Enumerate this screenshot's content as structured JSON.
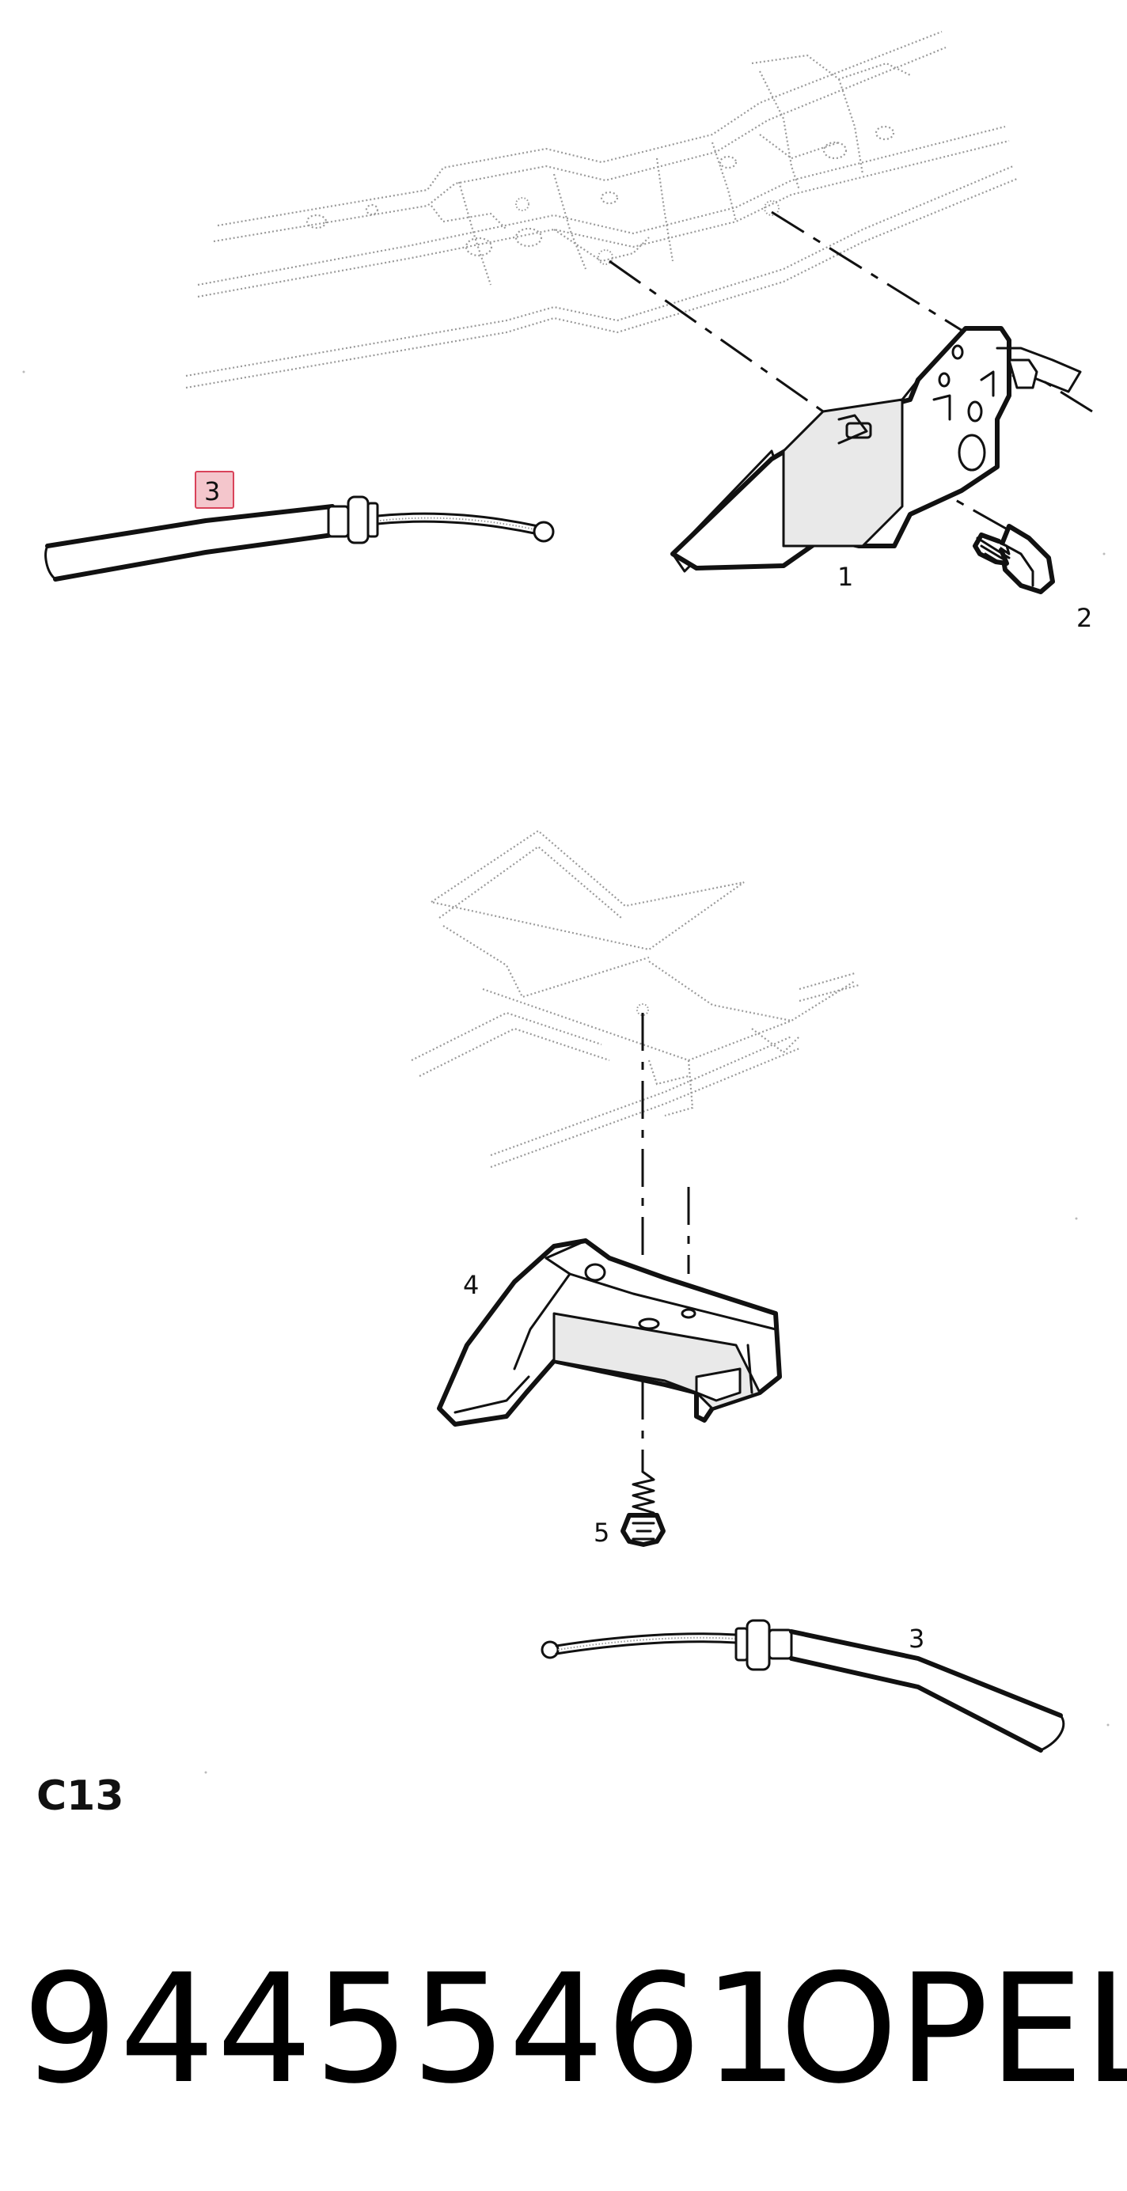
{
  "callouts": {
    "p1": "1",
    "p2": "2",
    "p3_top": "3",
    "p4": "4",
    "p5": "5",
    "p3_bottom": "3"
  },
  "highlight_color": "#f4c6cc",
  "highlight_border": "#d9435a",
  "section_code": "C13",
  "part_number": "94455461",
  "brand": "OPEL"
}
